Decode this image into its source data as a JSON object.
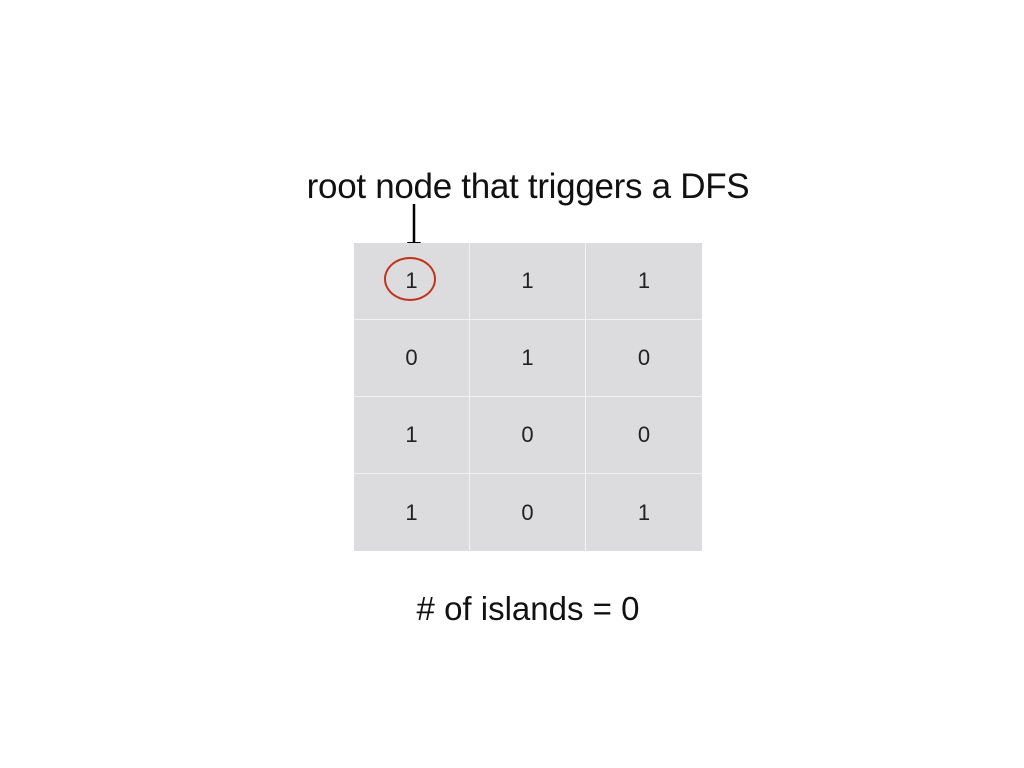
{
  "caption": "root node that triggers a DFS",
  "grid": {
    "rows": [
      [
        "1",
        "1",
        "1"
      ],
      [
        "0",
        "1",
        "0"
      ],
      [
        "1",
        "0",
        "0"
      ],
      [
        "1",
        "0",
        "1"
      ]
    ],
    "highlighted_cell": {
      "row": 0,
      "col": 0
    }
  },
  "islands_label": "# of islands = 0",
  "colors": {
    "cell_fill": "#dcdcde",
    "cell_divider": "#f2f2f3",
    "highlight_ring": "#c0341d",
    "text": "#111111"
  }
}
